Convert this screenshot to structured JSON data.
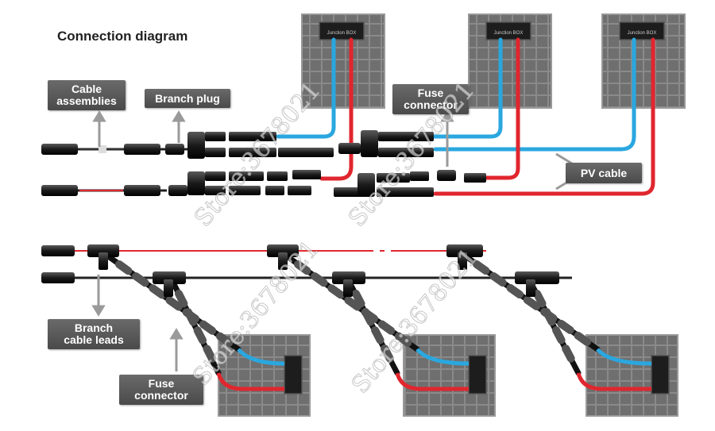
{
  "title": "Connection diagram",
  "labels": {
    "cable_assemblies": "Cable assemblies",
    "branch_plug": "Branch plug",
    "fuse_connector_top": "Fuse connector",
    "pv_cable": "PV cable",
    "branch_cable_leads": "Branch cable leads",
    "fuse_connector_bottom": "Fuse connector"
  },
  "junction_box_text": "Junction BOX",
  "watermark": "Store:3678021",
  "colors": {
    "positive": "#e0262e",
    "negative": "#2aa7df",
    "cable": "#222222",
    "panel_frame": "#9a9a9a",
    "panel_cell": "#7d7d7d",
    "label_bg": "#555555"
  }
}
